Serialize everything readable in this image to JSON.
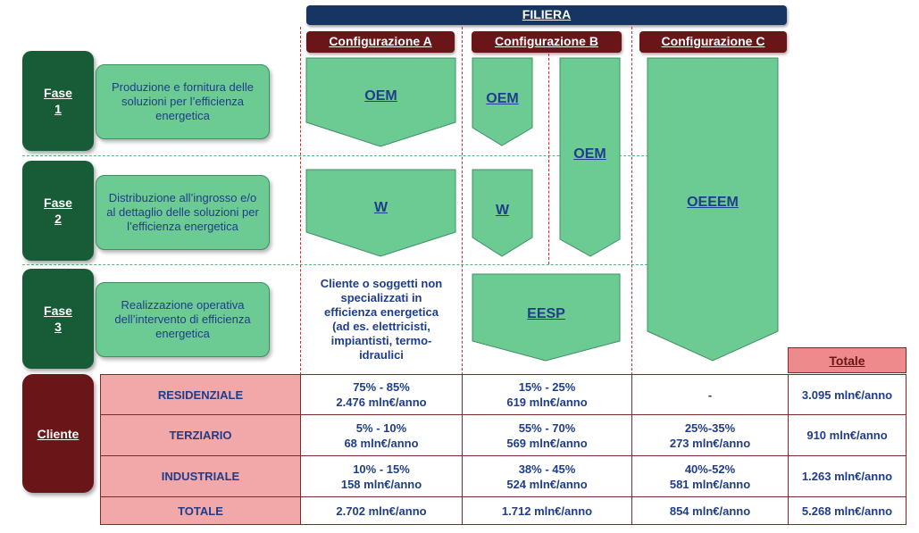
{
  "filiera": "FILIERA",
  "configurations": [
    "Configurazione A",
    "Configurazione B",
    "Configurazione C"
  ],
  "phases": [
    {
      "label_line1": "Fase",
      "label_line2": "1",
      "description": "Produzione e fornitura delle soluzioni per l’efficienza energetica"
    },
    {
      "label_line1": "Fase",
      "label_line2": "2",
      "description": "Distribuzione all’ingrosso e/o al dettaglio delle soluzioni per l’efficienza energetica"
    },
    {
      "label_line1": "Fase",
      "label_line2": "3",
      "description": "Realizzazione operativa dell’intervento di efficienza energetica"
    }
  ],
  "shapes": {
    "a_oem": "OEM",
    "a_w": "W",
    "a_note": "Cliente o soggetti non specializzati in efficienza energetica (ad es. elettricisti, impiantisti, termo-idraulici",
    "b_oem_small": "OEM",
    "b_w": "W",
    "b_oem_tall": "OEM",
    "b_eesp": "EESP",
    "c_oeeem": "OEEEM"
  },
  "cliente": "Cliente",
  "table": {
    "totale_header": "Totale",
    "rows": [
      {
        "label": "RESIDENZIALE",
        "a": [
          "75% - 85%",
          "2.476 mln€/anno"
        ],
        "b": [
          "15% - 25%",
          "619 mln€/anno"
        ],
        "c": [
          "-",
          ""
        ],
        "total": "3.095 mln€/anno"
      },
      {
        "label": "TERZIARIO",
        "a": [
          "5% - 10%",
          "68 mln€/anno"
        ],
        "b": [
          "55% - 70%",
          "569 mln€/anno"
        ],
        "c": [
          "25%-35%",
          "273 mln€/anno"
        ],
        "total": "910 mln€/anno"
      },
      {
        "label": "INDUSTRIALE",
        "a": [
          "10% - 15%",
          "158 mln€/anno"
        ],
        "b": [
          "38% - 45%",
          "524 mln€/anno"
        ],
        "c": [
          "40%-52%",
          "581 mln€/anno"
        ],
        "total": "1.263 mln€/anno"
      },
      {
        "label": "TOTALE",
        "a": [
          "2.702 mln€/anno",
          ""
        ],
        "b": [
          "1.712 mln€/anno",
          ""
        ],
        "c": [
          "854 mln€/anno",
          ""
        ],
        "total": "5.268 mln€/anno"
      }
    ]
  },
  "colors": {
    "navy": "#163562",
    "maroon": "#6a1518",
    "darkgreen": "#175c36",
    "lightgreen": "#6ccb93",
    "pink": "#f2a7a8",
    "text": "#1f3d8a"
  }
}
